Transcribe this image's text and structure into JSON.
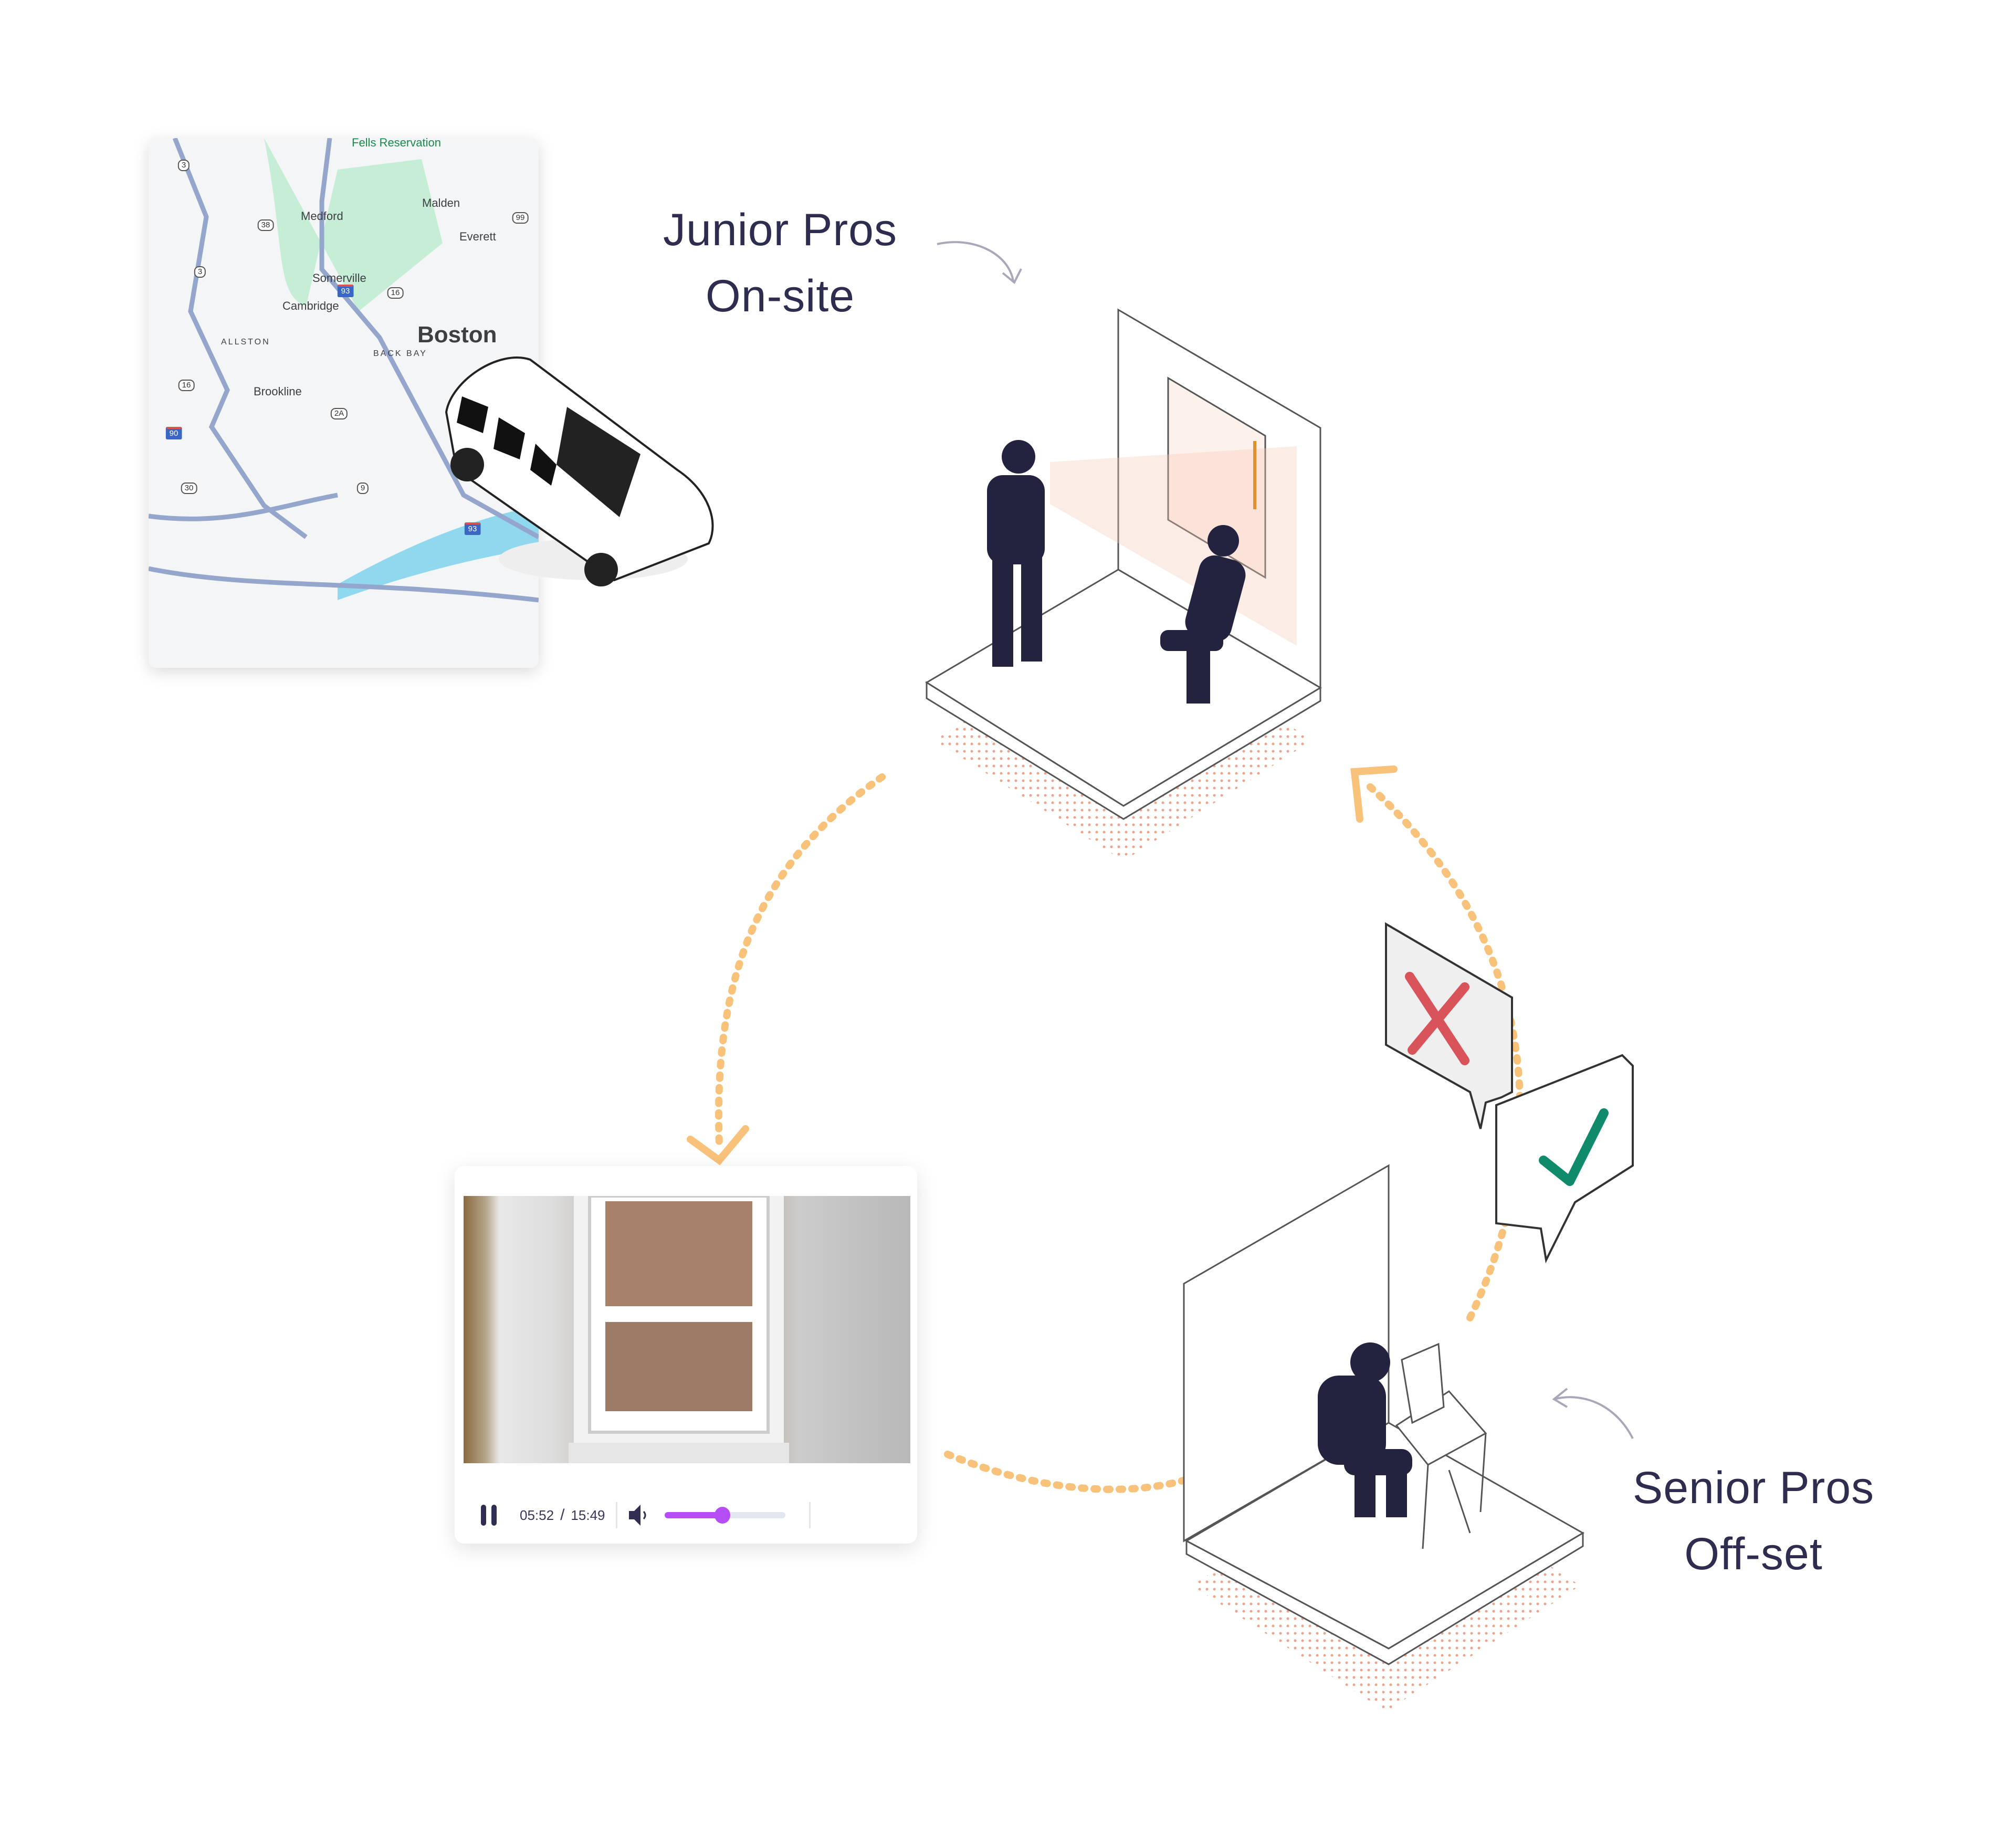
{
  "labels": {
    "junior_line1": "Junior Pros",
    "junior_line2": "On-site",
    "senior_line1": "Senior Pros",
    "senior_line2": "Off-set"
  },
  "map": {
    "places": [
      "Fells Reservation",
      "Malden",
      "Medford",
      "Everett",
      "Somerville",
      "Cambridge",
      "Boston",
      "ALLSTON",
      "BACK BAY",
      "Brookline"
    ],
    "shields": [
      "3",
      "38",
      "99",
      "3",
      "93",
      "16",
      "16",
      "2A",
      "90",
      "30",
      "9",
      "93"
    ]
  },
  "player": {
    "state": "playing",
    "current_time": "05:52",
    "separator": "/",
    "duration": "15:49",
    "volume_percent": 48,
    "accent": "#b64ef5"
  },
  "colors": {
    "arrow": "#f9c27a",
    "reject": "#d9535b",
    "approve": "#0f8a6a",
    "ink": "#2b2a4a"
  }
}
